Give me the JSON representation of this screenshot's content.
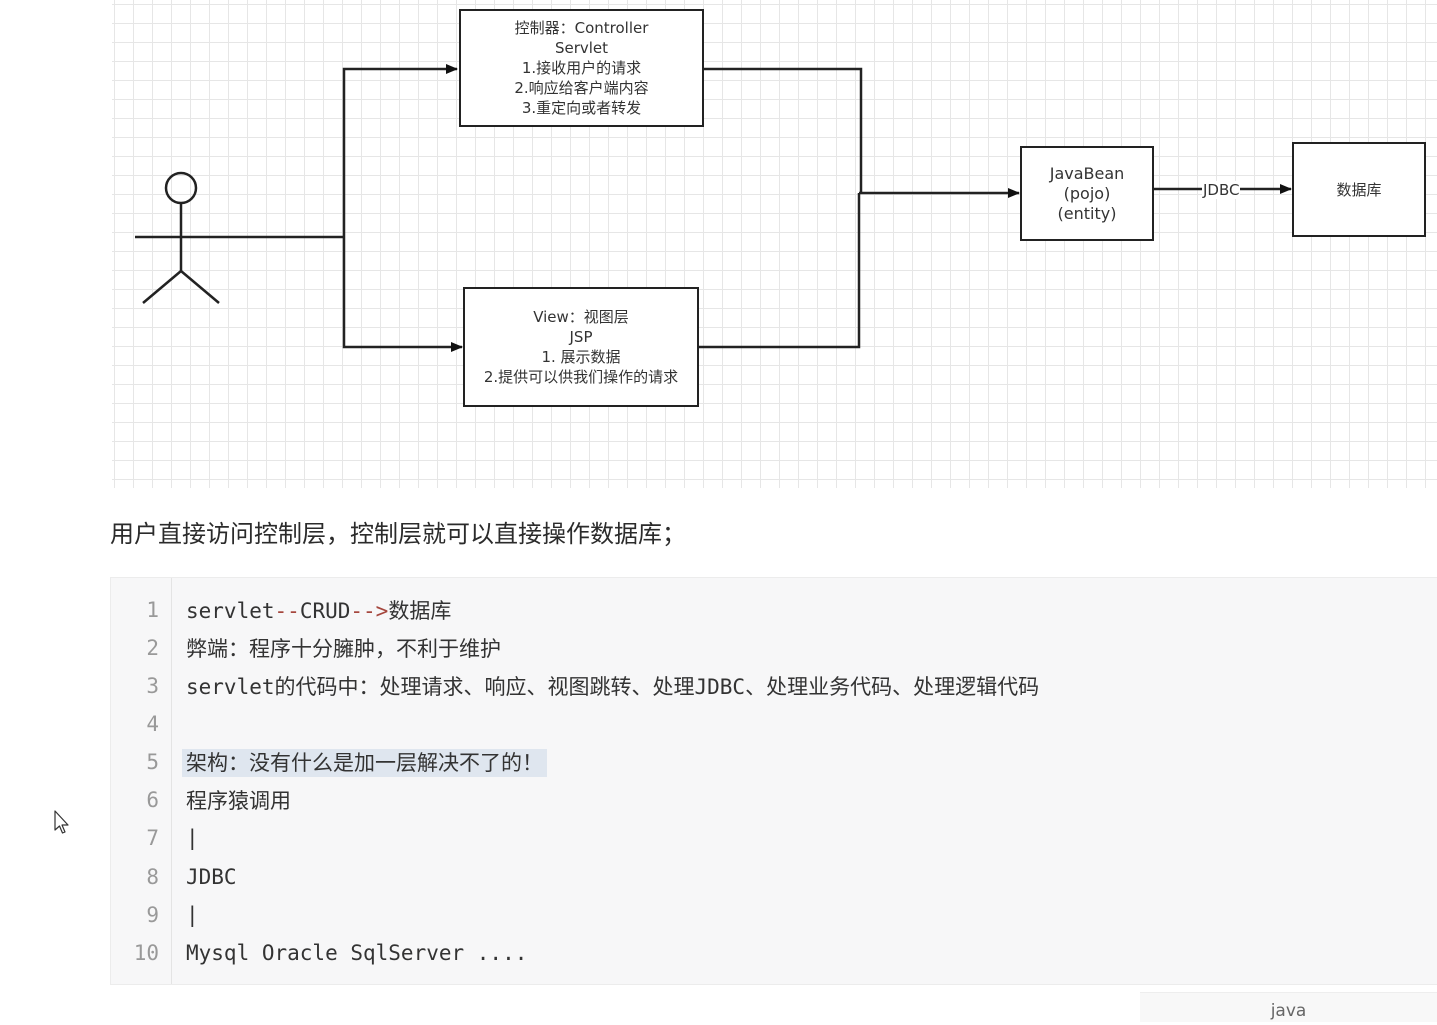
{
  "diagram": {
    "controller_lines": [
      "控制器：Controller",
      "Servlet",
      "1.接收用户的请求",
      "2.响应给客户端内容",
      "3.重定向或者转发"
    ],
    "view_lines": [
      "View：视图层",
      "JSP",
      "1. 展示数据",
      "2.提供可以供我们操作的请求"
    ],
    "javabean_lines": [
      "JavaBean",
      "(pojo)",
      "(entity)"
    ],
    "database_label": "数据库",
    "jdbc_label": "JDBC"
  },
  "caption": "用户直接访问控制层，控制层就可以直接操作数据库；",
  "code": {
    "language": "java",
    "lines": [
      {
        "no": "1",
        "text": "servlet--CRUD-->数据库"
      },
      {
        "no": "2",
        "text": "弊端：程序十分臃肿，不利于维护"
      },
      {
        "no": "3",
        "text": "servlet的代码中：处理请求、响应、视图跳转、处理JDBC、处理业务代码、处理逻辑代码"
      },
      {
        "no": "4",
        "text": ""
      },
      {
        "no": "5",
        "text": "架构：没有什么是加一层解决不了的！"
      },
      {
        "no": "6",
        "text": "程序猿调用"
      },
      {
        "no": "7",
        "text": "|"
      },
      {
        "no": "8",
        "text": "JDBC"
      },
      {
        "no": "9",
        "text": "|"
      },
      {
        "no": "10",
        "text": "Mysql Oracle SqlServer ...."
      }
    ]
  },
  "colors": {
    "grid": "#e6e6e6",
    "stroke": "#222222",
    "code_bg": "#f7f7f8",
    "highlight": "#dfe6ef"
  }
}
